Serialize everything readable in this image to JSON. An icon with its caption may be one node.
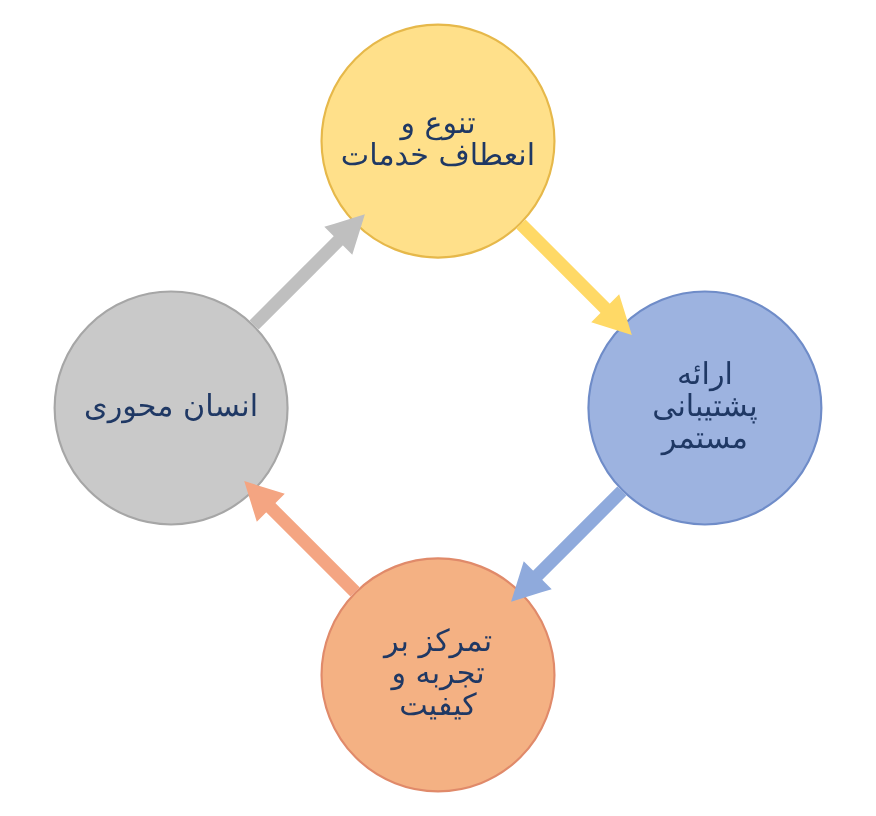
{
  "diagram": {
    "nodes": [
      {
        "text": [
          "تمرکز بر تجربه و کیفیت"
        ]
      },
      {
        "text": [
          "انسان محوری"
        ]
      },
      {
        "text": [
          "تنوع و انعطاف خدمات"
        ]
      },
      {
        "text": [
          "ارائه پشتیبانی مستمر"
        ]
      }
    ],
    "edges": [
      {
        "from": 0,
        "to": 1,
        "arrow": "to",
        "color": "#f4a582"
      },
      {
        "from": 1,
        "to": 2,
        "arrow": "to",
        "color": "#bfbfbf"
      },
      {
        "from": 2,
        "to": 3,
        "arrow": "to",
        "color": "#ffd966"
      },
      {
        "from": 3,
        "to": 0,
        "arrow": "to",
        "color": "#8faadc"
      }
    ]
  }
}
